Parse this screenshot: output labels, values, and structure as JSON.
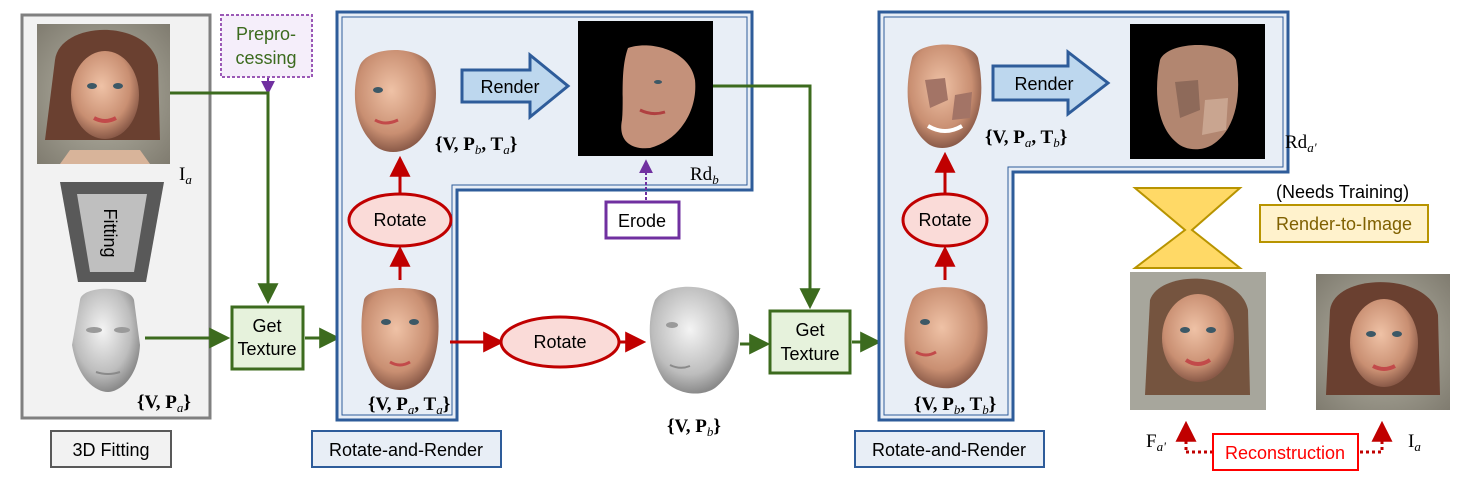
{
  "fitting": {
    "label": "3D Fitting",
    "fitting_label": "Fitting",
    "image_label_Ia": "I",
    "image_label_Ia_sub": "a",
    "mesh_label": "{V, P",
    "mesh_label_sub": "a",
    "mesh_label_end": "}"
  },
  "preprocessing": {
    "line1": "Prepro-",
    "line2": "cessing"
  },
  "get_texture_1": {
    "line1": "Get",
    "line2": "Texture"
  },
  "get_texture_2": {
    "line1": "Get",
    "line2": "Texture"
  },
  "rr1": {
    "title": "Rotate-and-Render",
    "rotate": "Rotate",
    "render": "Render",
    "erode": "Erode",
    "top_face_label": "{V, P_b, T_a}",
    "bottom_face_label": "{V, P_a, T_a}",
    "render_label": "Rd",
    "render_label_sub": "b"
  },
  "middle": {
    "rotate": "Rotate",
    "mesh_label": "{V, P_b}"
  },
  "rr2": {
    "title": "Rotate-and-Render",
    "rotate": "Rotate",
    "render": "Render",
    "top_face_label": "{V, P_a, T_b}",
    "bottom_face_label": "{V, P_b, T_b}",
    "render_label": "Rd",
    "render_label_sub": "a'"
  },
  "r2i": {
    "needs_training": "(Needs Training)",
    "label": "Render-to-Image"
  },
  "reconstruction": {
    "label": "Reconstruction",
    "left_label": "F",
    "left_label_sub": "a'",
    "right_label": "I",
    "right_label_sub": "a"
  },
  "colors": {
    "green": "#3c6b1e",
    "red": "#c00000",
    "blue": "#2e5c9a",
    "purple": "#7030a0",
    "gold": "#b89400",
    "panel_fill": "#e8eef6"
  }
}
